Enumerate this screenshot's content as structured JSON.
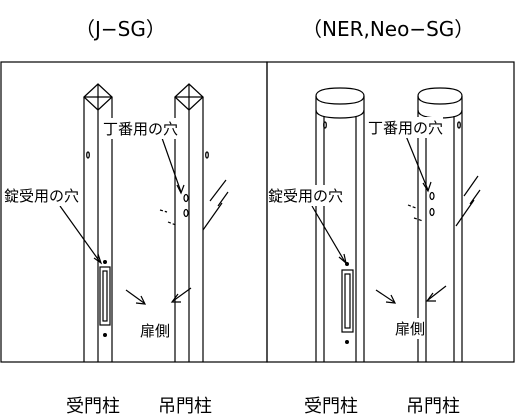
{
  "left_panel": {
    "title": "（J−SG）",
    "hinge_hole_label": "丁番用の穴",
    "lock_hole_label": "錠受用の穴",
    "door_side_label": "扉側",
    "post_left_caption": "受門柱",
    "post_right_caption": "吊門柱"
  },
  "right_panel": {
    "title": "（NER,Neo−SG）",
    "hinge_hole_label": "丁番用の穴",
    "lock_hole_label": "錠受用の穴",
    "door_side_label": "扉側",
    "post_left_caption": "受門柱",
    "post_right_caption": "吊門柱"
  }
}
